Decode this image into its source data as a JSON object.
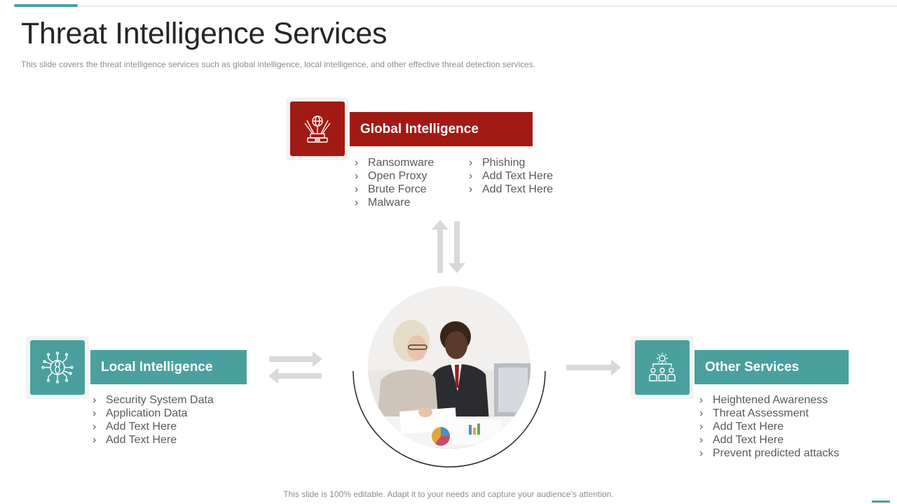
{
  "slide": {
    "title": "Threat Intelligence Services",
    "subtitle": "This slide covers the threat intelligence services such as global intelligence, local intelligence, and other effective threat detection services.",
    "footer": "This slide is 100% editable. Adapt it to your needs and capture your audience’s attention."
  },
  "colors": {
    "red": "#a21a14",
    "teal": "#4aa09e",
    "arrow": "#d9d9d9"
  },
  "global": {
    "title": "Global Intelligence",
    "icon": "hologram-globe-icon",
    "col1": [
      "Ransomware",
      "Open Proxy",
      "Brute Force",
      "Malware"
    ],
    "col2": [
      "Phishing",
      "Add Text Here",
      "Add Text Here"
    ]
  },
  "local": {
    "title": "Local Intelligence",
    "icon": "circuit-brain-icon",
    "items": [
      "Security System Data",
      "Application Data",
      "Add Text Here",
      "Add Text Here"
    ]
  },
  "other": {
    "title": "Other Services",
    "icon": "team-gear-icon",
    "items": [
      "Heightened Awareness",
      "Threat Assessment",
      "Add Text Here",
      "Add Text Here",
      "Prevent predicted attacks"
    ]
  }
}
